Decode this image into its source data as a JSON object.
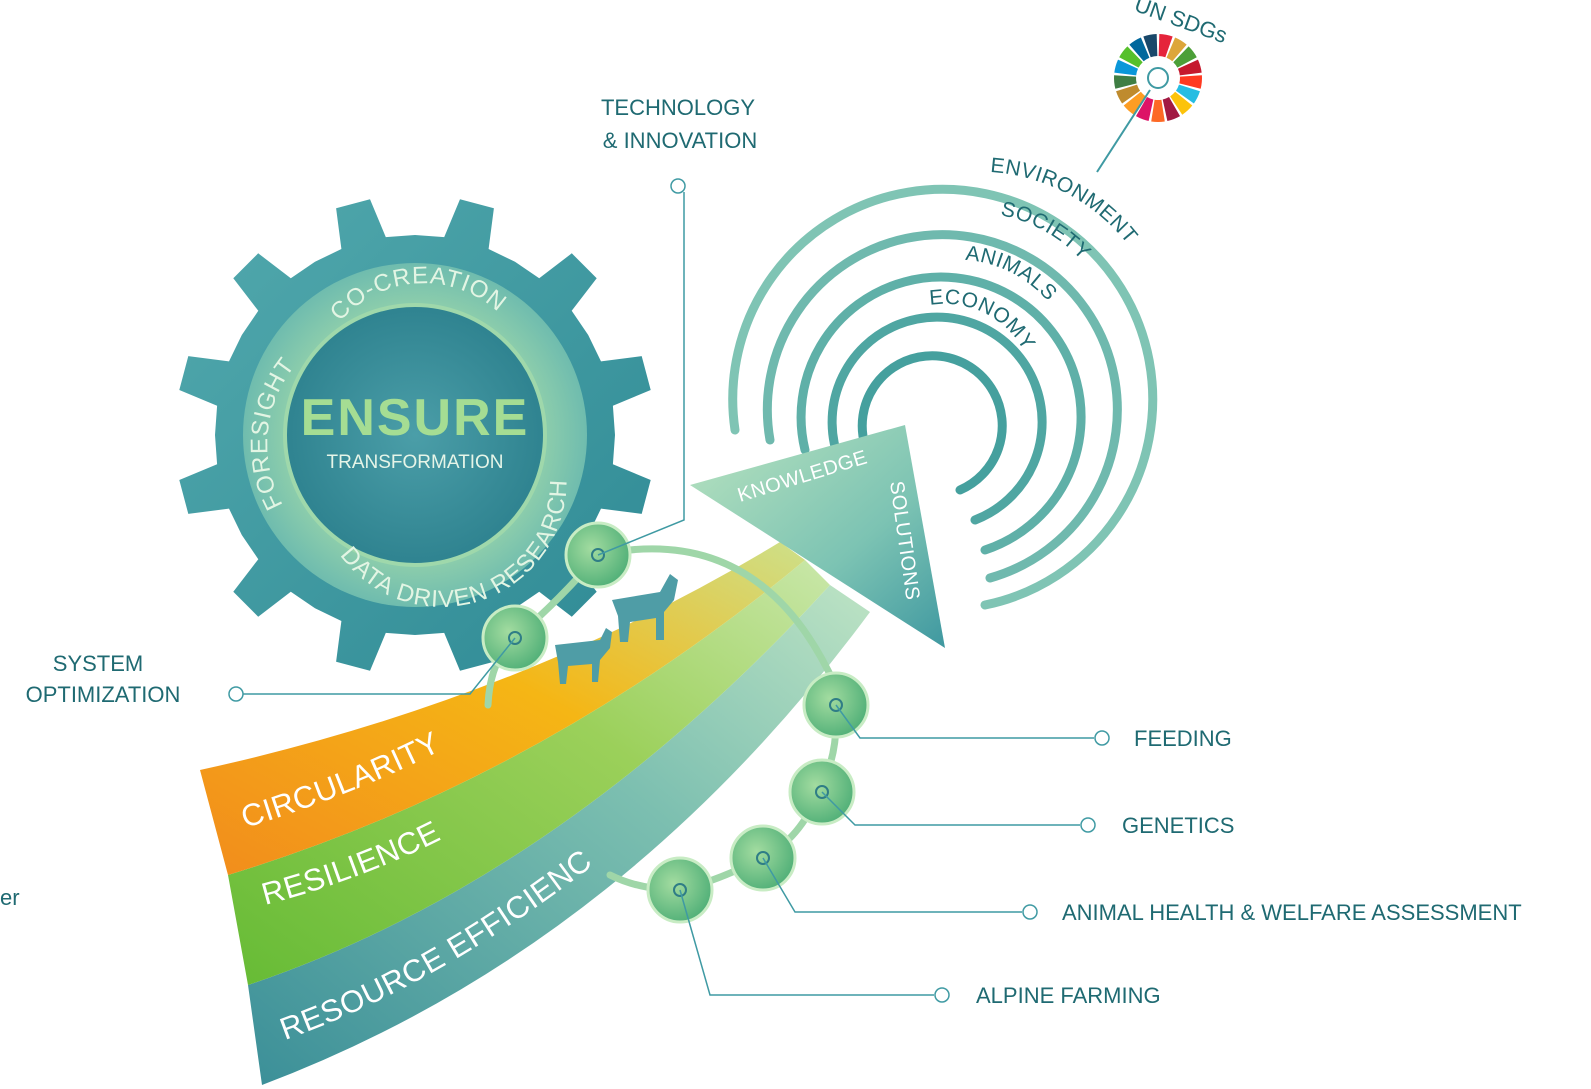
{
  "sdg": {
    "label": "UN SDGs"
  },
  "gear": {
    "title": "ENSURE",
    "subtitle": "TRANSFORMATION",
    "ring_co_creation": "CO-CREATION",
    "ring_foresight": "FORESIGHT",
    "ring_data": "DATA DRIVEN RESEARCH"
  },
  "arcs": [
    "ENVIRONMENT",
    "SOCIETY",
    "ANIMALS",
    "ECONOMY"
  ],
  "triangle": {
    "knowledge": "KNOWLEDGE",
    "solutions": "SOLUTIONS"
  },
  "bands": [
    "CIRCULARITY",
    "RESILIENCE",
    "RESOURCE EFFICIENCY"
  ],
  "callouts": {
    "technology_line1": "TECHNOLOGY",
    "technology_line2": "& INNOVATION",
    "system_line1": "SYSTEM",
    "system_line2": "OPTIMIZATION",
    "feeding": "FEEDING",
    "genetics": "GENETICS",
    "animal_health": "ANIMAL HEALTH & WELFARE ASSESSMENT",
    "alpine": "ALPINE FARMING"
  },
  "edge_fragment": "er",
  "colors": {
    "teal_dark": "#1f6a72",
    "teal": "#3f9aa3",
    "green_light": "#a9dca4",
    "orange": "#f3a01c",
    "green": "#72c43c"
  }
}
